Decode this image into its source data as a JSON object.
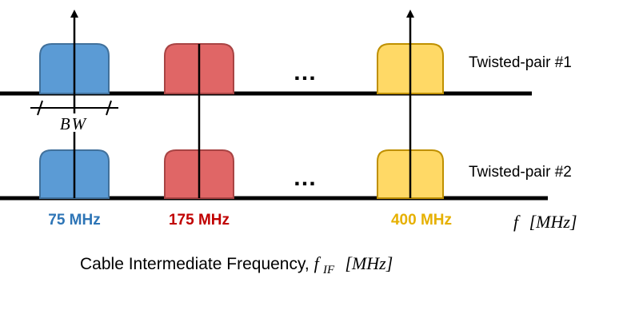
{
  "rows": [
    {
      "label": "Twisted-pair #1"
    },
    {
      "label": "Twisted-pair #2"
    }
  ],
  "channels": [
    {
      "freq_label": "75 MHz",
      "fill": "#5B9BD5",
      "stroke": "#41719C",
      "text_color": "#2E75B6"
    },
    {
      "freq_label": "175 MHz",
      "fill": "#E06666",
      "stroke": "#A84444",
      "text_color": "#C00000"
    },
    {
      "freq_label": "400 MHz",
      "fill": "#FFD966",
      "stroke": "#BF9000",
      "text_color": "#E6B000"
    }
  ],
  "ellipsis": "…",
  "bandwidth_label": "BW",
  "axis_label": {
    "var": "f",
    "unit": "[MHz]"
  },
  "caption": {
    "text": "Cable Intermediate Frequency, ",
    "var": "f",
    "sub": "IF",
    "unit": "[MHz]"
  }
}
